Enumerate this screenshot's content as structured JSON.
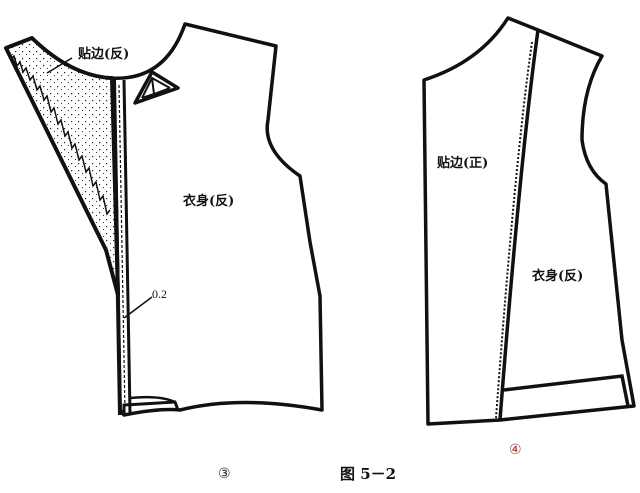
{
  "figure": {
    "caption": "图 5－2",
    "panel_left": {
      "step_marker": "③",
      "facing_label": "贴边(反)",
      "body_label": "衣身(反)",
      "seam_allowance": "0.2"
    },
    "panel_right": {
      "step_marker": "④",
      "facing_label": "贴边(正)",
      "body_label": "衣身(反)"
    }
  },
  "colors": {
    "line": "#111111",
    "background": "#ffffff"
  }
}
